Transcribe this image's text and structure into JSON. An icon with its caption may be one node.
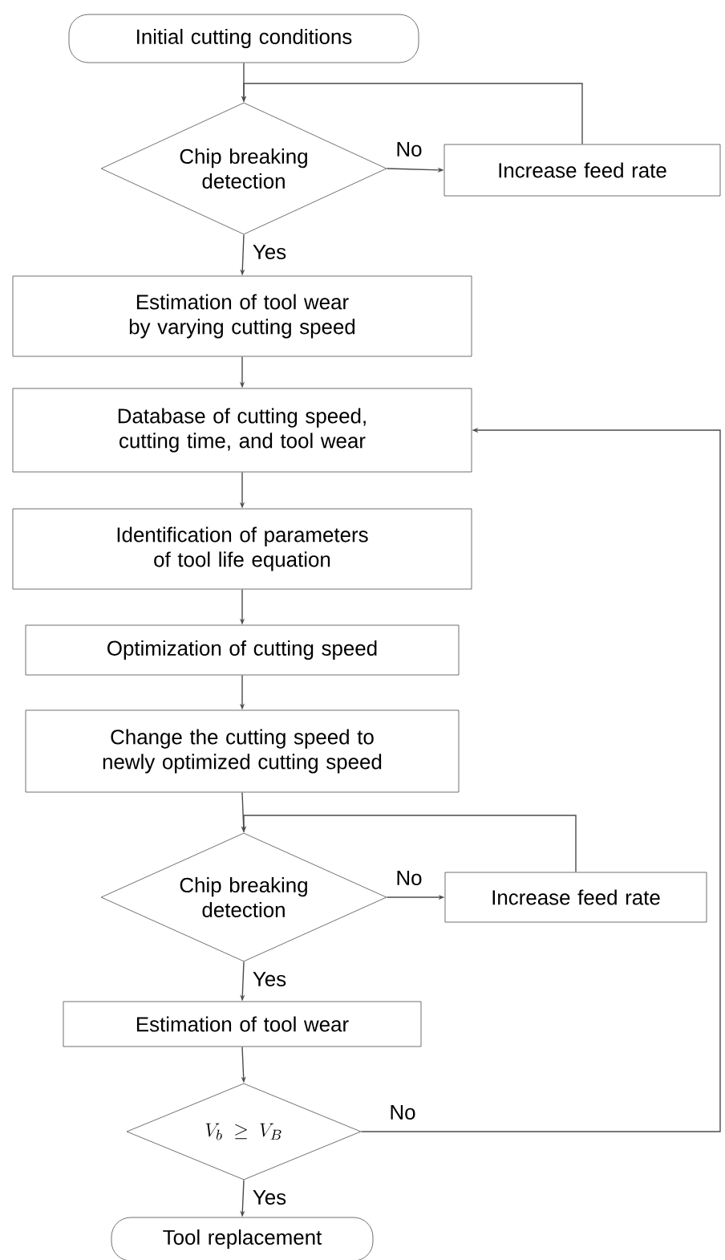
{
  "diagram": {
    "nodes": [
      {
        "text": [
          "Initial cutting conditions"
        ]
      },
      {
        "text": [
          "Chip breaking detection"
        ]
      },
      {
        "text": [
          "Increase feed rate"
        ]
      },
      {
        "text": [
          "Estimation of tool wear by varying cutting speed"
        ]
      },
      {
        "text": [
          "Database of cutting speed, cutting time, and tool wear"
        ]
      },
      {
        "text": [
          "Identification of parameters of tool life equation"
        ]
      },
      {
        "text": [
          "Optimization of cutting speed"
        ]
      },
      {
        "text": [
          "Change the cutting speed to newly optimized cutting speed"
        ]
      },
      {
        "text": [
          "Chip breaking detection"
        ]
      },
      {
        "text": [
          "Increase feed rate"
        ]
      },
      {
        "text": [
          "Estimation of tool wear"
        ]
      },
      {
        "text": [
          "V_b \\geq V_B"
        ]
      },
      {
        "text": [
          "Tool replacement"
        ]
      }
    ],
    "edges": [
      {
        "from": 0,
        "to": 1,
        "arrow": "to"
      },
      {
        "from": 1,
        "to": 2,
        "arrow": "to",
        "label": "No"
      },
      {
        "from": 2,
        "to": 1,
        "arrow": "to"
      },
      {
        "from": 1,
        "to": 3,
        "arrow": "to",
        "label": "Yes"
      },
      {
        "from": 3,
        "to": 4,
        "arrow": "to"
      },
      {
        "from": 4,
        "to": 5,
        "arrow": "to"
      },
      {
        "from": 5,
        "to": 6,
        "arrow": "to"
      },
      {
        "from": 6,
        "to": 7,
        "arrow": "to"
      },
      {
        "from": 7,
        "to": 8,
        "arrow": "to"
      },
      {
        "from": 8,
        "to": 9,
        "arrow": "to",
        "label": "No"
      },
      {
        "from": 9,
        "to": 8,
        "arrow": "to"
      },
      {
        "from": 8,
        "to": 10,
        "arrow": "to",
        "label": "Yes"
      },
      {
        "from": 10,
        "to": 11,
        "arrow": "to"
      },
      {
        "from": 11,
        "to": 4,
        "arrow": "to",
        "label": "No"
      },
      {
        "from": 11,
        "to": 12,
        "arrow": "to",
        "label": "Yes"
      }
    ]
  }
}
